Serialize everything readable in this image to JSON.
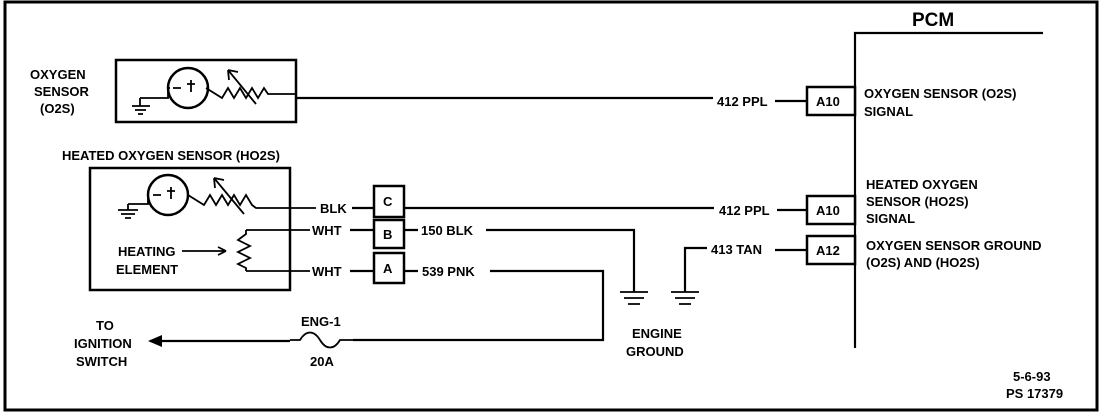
{
  "pcm": {
    "title": "PCM"
  },
  "o2s": {
    "label": [
      "OXYGEN",
      "SENSOR",
      "(O2S)"
    ]
  },
  "ho2s": {
    "title": "HEATED OXYGEN SENSOR (HO2S)",
    "heating_label": [
      "HEATING",
      "ELEMENT"
    ]
  },
  "connector": {
    "pins": [
      "C",
      "B",
      "A"
    ],
    "wire_colors": [
      "BLK",
      "WHT",
      "WHT"
    ]
  },
  "circuits": {
    "c1": "150 BLK",
    "c2": "539 PNK",
    "o2s_signal": "412 PPL",
    "ho2s_signal": "412 PPL",
    "ground": "413 TAN"
  },
  "pcm_pins": [
    {
      "pin": "A10",
      "desc": [
        "OXYGEN SENSOR (O2S)",
        "SIGNAL"
      ]
    },
    {
      "pin": "A10",
      "desc": [
        "HEATED OXYGEN",
        "SENSOR (HO2S)",
        "SIGNAL"
      ]
    },
    {
      "pin": "A12",
      "desc": [
        "OXYGEN SENSOR GROUND",
        "(O2S) AND (HO2S)"
      ]
    }
  ],
  "engine_ground": {
    "label": [
      "ENGINE",
      "GROUND"
    ]
  },
  "fuse": {
    "name": "ENG-1",
    "rating": "20A"
  },
  "ignition": {
    "label": [
      "TO",
      "IGNITION",
      "SWITCH"
    ]
  },
  "footer": {
    "date": "5-6-93",
    "ref": "PS 17379"
  }
}
